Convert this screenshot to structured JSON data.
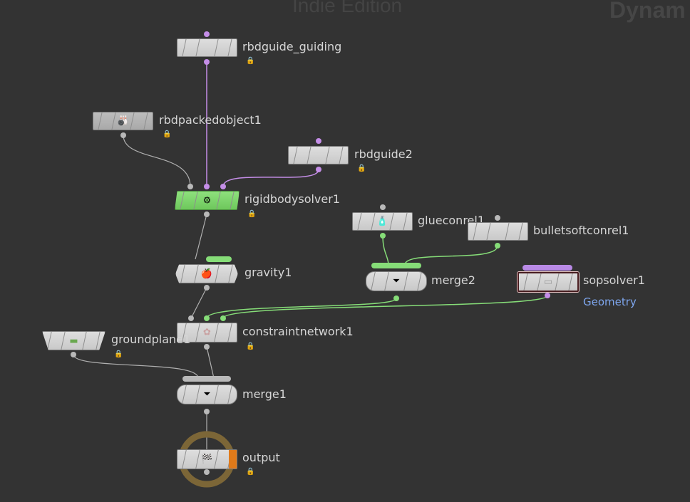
{
  "watermark": {
    "edition": "Indie Edition",
    "context": "Dynam"
  },
  "nodes": {
    "rbdguide_guiding": {
      "label": "rbdguide_guiding"
    },
    "rbdpackedobject1": {
      "label": "rbdpackedobject1",
      "icon": "bowling-pin-icon",
      "glyph": "🎳"
    },
    "rbdguide2": {
      "label": "rbdguide2"
    },
    "rigidbodysolver1": {
      "label": "rigidbodysolver1",
      "icon": "rigid-body-solver-icon",
      "glyph": "⚙"
    },
    "glueconrel1": {
      "label": "glueconrel1",
      "icon": "glue-bottle-icon",
      "glyph": "🧴"
    },
    "bulletsoftconrel1": {
      "label": "bulletsoftconrel1"
    },
    "gravity1": {
      "label": "gravity1",
      "icon": "apple-icon",
      "glyph": "🍎"
    },
    "merge2": {
      "label": "merge2",
      "icon": "funnel-icon",
      "glyph": "⏷"
    },
    "sopsolver1": {
      "label": "sopsolver1",
      "icon": "sop-solver-icon",
      "glyph": "▭",
      "subtitle": "Geometry"
    },
    "constraintnetwork1": {
      "label": "constraintnetwork1",
      "icon": "constraint-network-icon",
      "glyph": "✿"
    },
    "groundplane1": {
      "label": "groundplane1",
      "icon": "ground-plane-icon",
      "glyph": "▬"
    },
    "merge1": {
      "label": "merge1",
      "icon": "funnel-icon",
      "glyph": "⏷"
    },
    "output": {
      "label": "output",
      "icon": "checkered-flag-icon",
      "glyph": "🏁"
    }
  },
  "lock_glyph": "🔒",
  "colors": {
    "background": "#333333",
    "wire_default": "#b0b0b0",
    "wire_guide": "#c58ee8",
    "wire_constraint": "#86dd78",
    "active_node": "#7ed46b",
    "output_flag": "#e07a1a",
    "subtitle": "#7ea6ee"
  }
}
